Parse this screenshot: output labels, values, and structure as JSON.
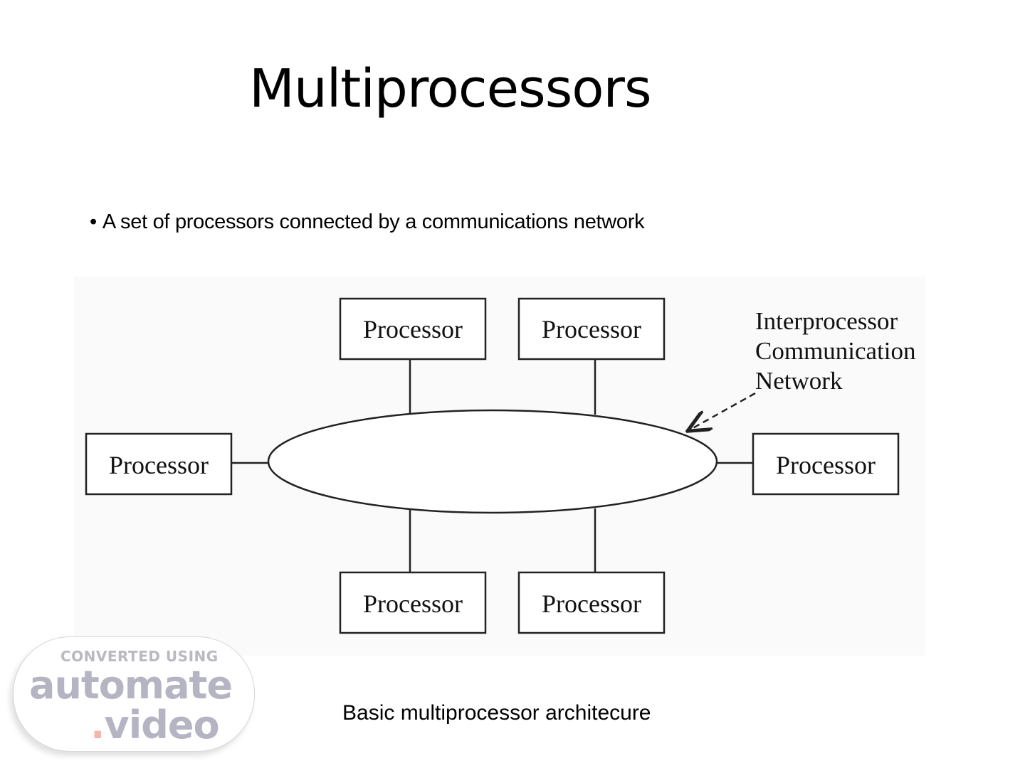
{
  "slide": {
    "title": "Multiprocessors",
    "bullets": [
      {
        "marker": "•",
        "text": "A set of processors connected by a communications network"
      }
    ],
    "caption": "Basic multiprocessor architecure"
  },
  "diagram": {
    "network_label": [
      "Interprocessor",
      "Communication",
      "Network"
    ],
    "processors": [
      {
        "position": "top-left",
        "label": "Processor"
      },
      {
        "position": "top-right",
        "label": "Processor"
      },
      {
        "position": "left",
        "label": "Processor"
      },
      {
        "position": "right",
        "label": "Processor"
      },
      {
        "position": "bottom-left",
        "label": "Processor"
      },
      {
        "position": "bottom-right",
        "label": "Processor"
      }
    ]
  },
  "watermark": {
    "line1": "CONVERTED USING",
    "line2": "automate",
    "line3_dot": ".",
    "line3": "video",
    "colors": {
      "text": "#b4b4c2",
      "accent": "#f4b7ad"
    }
  }
}
